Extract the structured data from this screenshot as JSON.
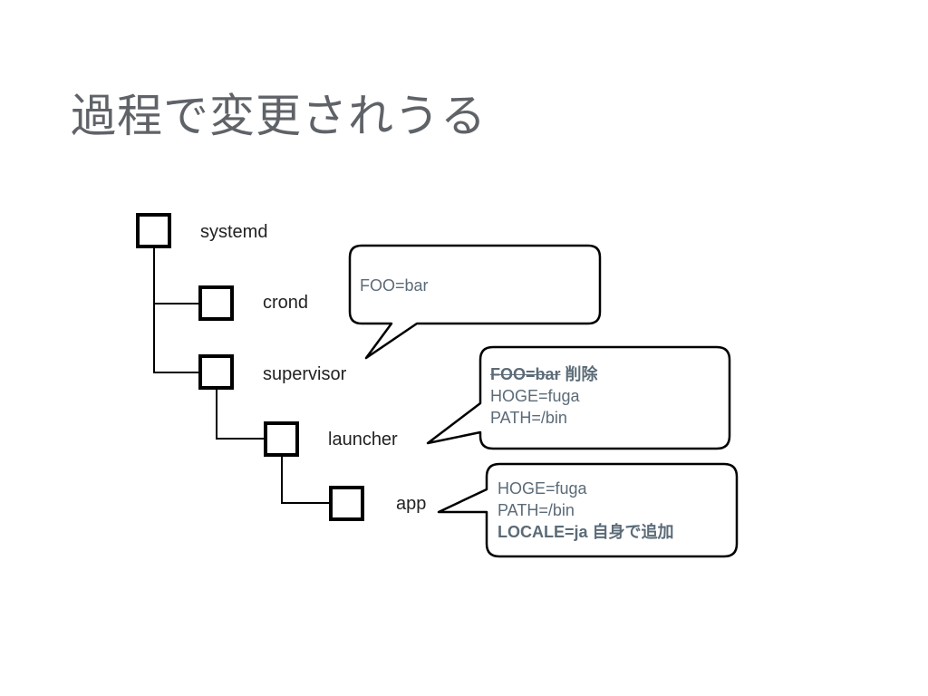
{
  "title": "過程で変更されうる",
  "nodes": {
    "systemd": "systemd",
    "crond": "crond",
    "supervisor": "supervisor",
    "launcher": "launcher",
    "app": "app"
  },
  "bubbles": {
    "supervisor": {
      "line1": "FOO=bar"
    },
    "launcher": {
      "line1_strike": "FOO=bar",
      "line1_note": "削除",
      "line2": "HOGE=fuga",
      "line3": "PATH=/bin"
    },
    "app": {
      "line1": "HOGE=fuga",
      "line2": "PATH=/bin",
      "line3": "LOCALE=ja 自身で追加"
    }
  },
  "colors": {
    "title": "#5f6368",
    "bubble_text": "#5b6b78",
    "node_text": "#222222",
    "stroke": "#000000"
  }
}
